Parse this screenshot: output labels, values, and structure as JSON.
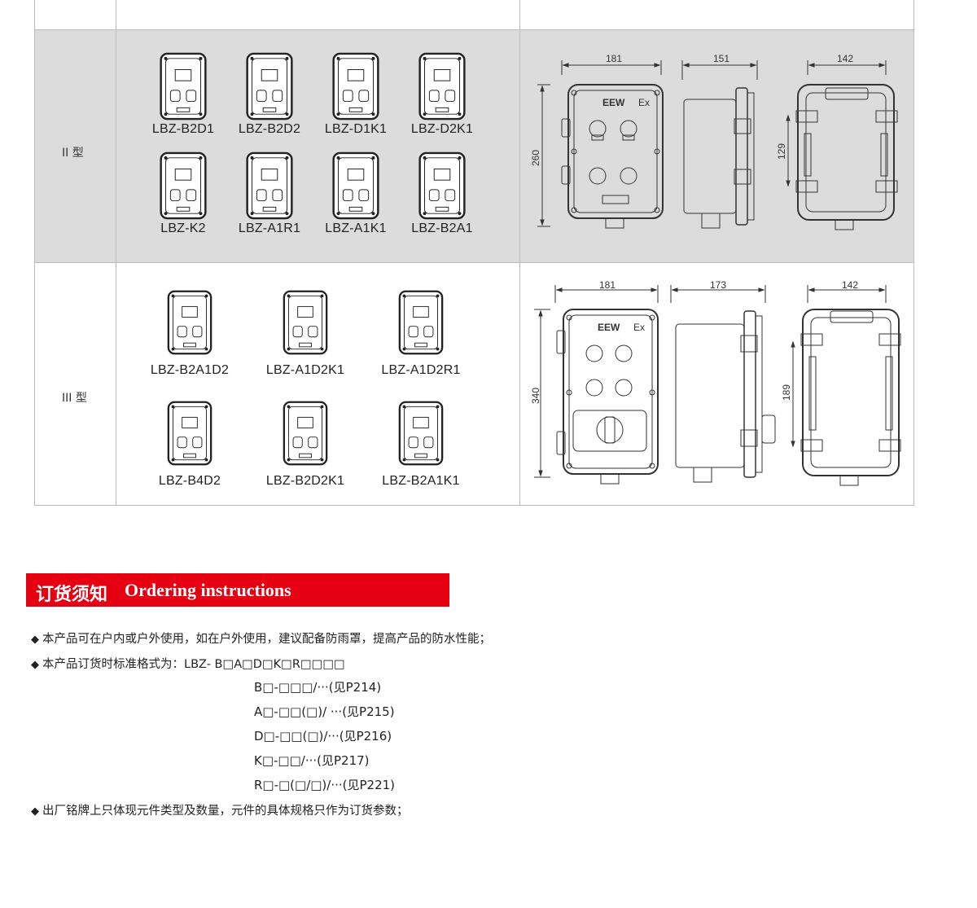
{
  "table": {
    "rows": [
      {
        "type_label": "II 型",
        "models": [
          "LBZ-B2D1",
          "LBZ-B2D2",
          "LBZ-D1K1",
          "LBZ-D2K1",
          "LBZ-K2",
          "LBZ-A1R1",
          "LBZ-A1K1",
          "LBZ-B2A1"
        ],
        "dimensions": {
          "front_width": "181",
          "side_width": "151",
          "back_width": "142",
          "height": "260",
          "mount_height": "129"
        }
      },
      {
        "type_label": "III 型",
        "models": [
          "LBZ-B2A1D2",
          "LBZ-A1D2K1",
          "LBZ-A1D2R1",
          "LBZ-B4D2",
          "LBZ-B2D2K1",
          "LBZ-B2A1K1"
        ],
        "dimensions": {
          "front_width": "181",
          "side_width": "173",
          "back_width": "142",
          "height": "340",
          "mount_height": "189"
        }
      }
    ],
    "brand_mark": "EEW",
    "ex_mark": "Ex"
  },
  "ordering": {
    "title_cn": "订货须知",
    "title_en": "Ordering instructions",
    "bullets": [
      "本产品可在户内或户外使用，如在户外使用，建议配备防雨罩，提高产品的防水性能；",
      "本产品订货时标准格式为：LBZ- B□A□D□K□R□□□□",
      "出厂铭牌上只体现元件类型及数量，元件的具体规格只作为订货参数；"
    ],
    "formats": [
      "B□-□□□/···(见P214)",
      "A□-□□(□)/ ···(见P215)",
      "D□-□□(□)/···(见P216)",
      "K□-□□/···(见P217)",
      "R□-□(□/□)/···(见P221)"
    ],
    "bullet_symbol": "◆"
  },
  "colors": {
    "band": "#dcdcdc",
    "banner": "#e50012",
    "grid": "#bcbcbc"
  }
}
